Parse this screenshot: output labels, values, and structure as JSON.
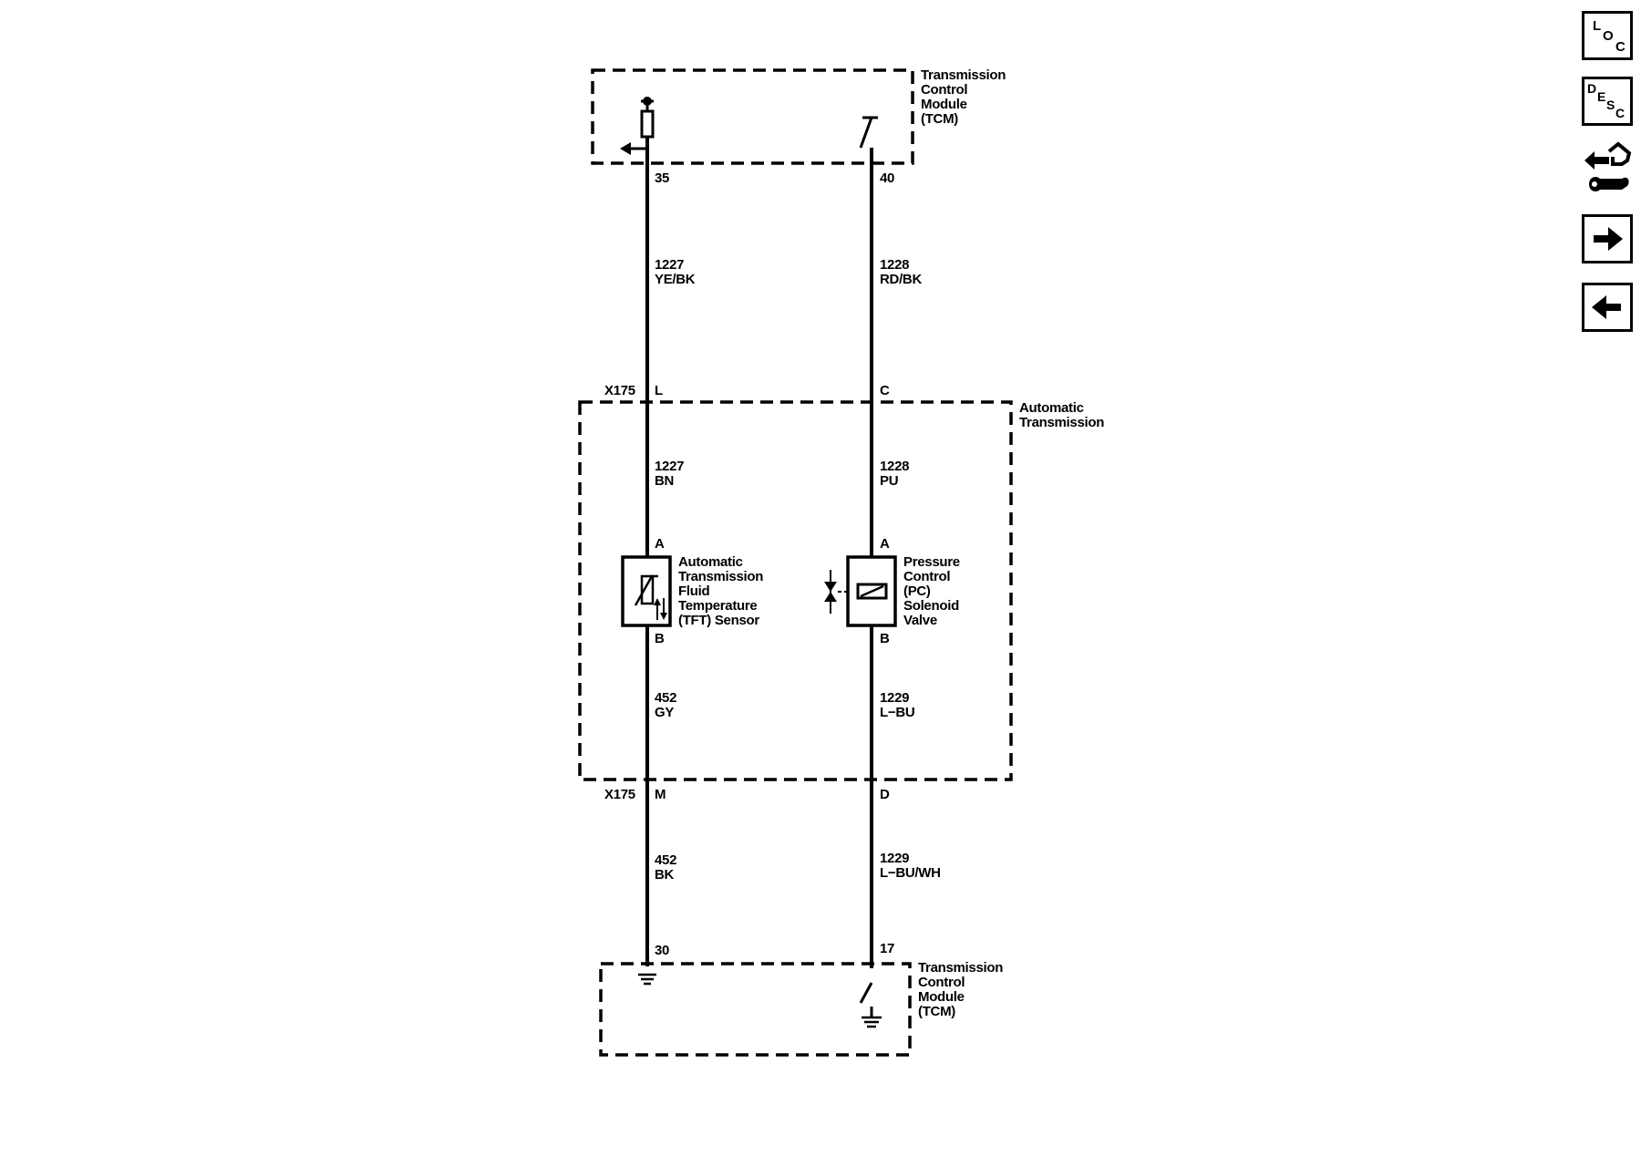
{
  "tcm_top": {
    "label": [
      "Transmission",
      "Control",
      "Module",
      "(TCM)"
    ],
    "pin_left": "35",
    "pin_right": "40"
  },
  "wires_upper": {
    "left": [
      "1227",
      "YE/BK"
    ],
    "right": [
      "1228",
      "RD/BK"
    ]
  },
  "connector_top": {
    "name": "X175",
    "pin_left": "L",
    "pin_right": "C"
  },
  "transmission": {
    "label": [
      "Automatic",
      "Transmission"
    ],
    "wire_left": [
      "1227",
      "BN"
    ],
    "wire_right": [
      "1228",
      "PU"
    ],
    "tft_sensor": {
      "pin_a": "A",
      "pin_b": "B",
      "label": [
        "Automatic",
        "Transmission",
        "Fluid",
        "Temperature",
        "(TFT) Sensor"
      ]
    },
    "pc_solenoid": {
      "pin_a": "A",
      "pin_b": "B",
      "label": [
        "Pressure",
        "Control",
        "(PC)",
        "Solenoid",
        "Valve"
      ]
    },
    "wire_left_lower": [
      "452",
      "GY"
    ],
    "wire_right_lower": [
      "1229",
      "L−BU"
    ]
  },
  "connector_bottom": {
    "name": "X175",
    "pin_left": "M",
    "pin_right": "D"
  },
  "wires_lower": {
    "left": [
      "452",
      "BK"
    ],
    "right": [
      "1229",
      "L−BU/WH"
    ]
  },
  "tcm_bottom": {
    "label": [
      "Transmission",
      "Control",
      "Module",
      "(TCM)"
    ],
    "pin_left": "30",
    "pin_right": "17"
  },
  "nav": {
    "loc": {
      "l": "L",
      "o": "O",
      "c": "C"
    },
    "desc": {
      "d": "D",
      "e": "E",
      "s": "S",
      "c": "C"
    }
  }
}
